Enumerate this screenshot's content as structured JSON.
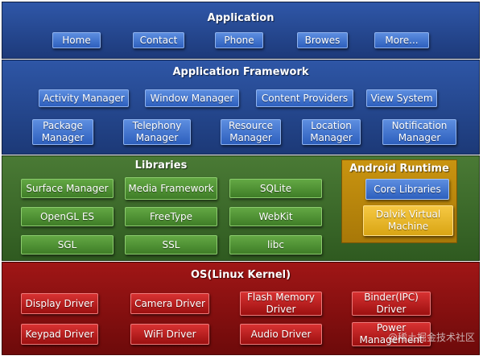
{
  "application": {
    "title": "Application",
    "items": [
      "Home",
      "Contact",
      "Phone",
      "Browes",
      "More..."
    ]
  },
  "framework": {
    "title": "Application Framework",
    "row1": [
      "Activity Manager",
      "Window Manager",
      "Content Providers",
      "View System"
    ],
    "row2": [
      "Package Manager",
      "Telephony Manager",
      "Resource Manager",
      "Location Manager",
      "Notification Manager"
    ]
  },
  "libraries": {
    "title": "Libraries",
    "row1": [
      "Surface Manager",
      "Media Framework",
      "SQLite"
    ],
    "row2": [
      "OpenGL ES",
      "FreeType",
      "WebKit"
    ],
    "row3": [
      "SGL",
      "SSL",
      "libc"
    ]
  },
  "runtime": {
    "title": "Android Runtime",
    "core": "Core Libraries",
    "dalvik": "Dalvik Virtual Machine"
  },
  "kernel": {
    "title": "OS(Linux Kernel)",
    "row1": [
      "Display Driver",
      "Camera Driver",
      "Flash Memory Driver",
      "Binder(IPC) Driver"
    ],
    "row2": [
      "Keypad Driver",
      "WiFi Driver",
      "Audio Driver",
      "Power Management"
    ]
  },
  "watermark": "@稀土掘金技术社区",
  "colors": {
    "app_band": "#2f57a8",
    "lib_band": "#4a7a35",
    "os_band": "#a01616",
    "runtime_panel": "#c99410"
  }
}
